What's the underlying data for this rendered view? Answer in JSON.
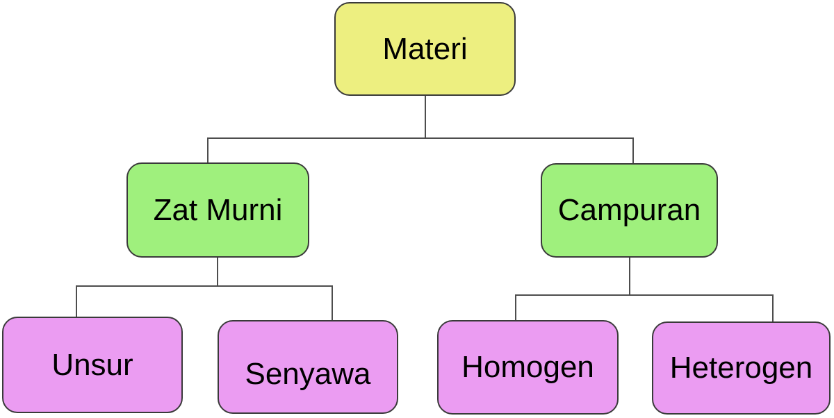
{
  "diagram": {
    "nodes": {
      "materi": {
        "label": "Materi",
        "fill": "#EDEF80"
      },
      "zat_murni": {
        "label": "Zat Murni",
        "fill": "#9FF07D"
      },
      "campuran": {
        "label": "Campuran",
        "fill": "#9FF07D"
      },
      "unsur": {
        "label": "Unsur",
        "fill": "#EB9CF2"
      },
      "senyawa": {
        "label": "Senyawa",
        "fill": "#EB9CF2"
      },
      "homogen": {
        "label": "Homogen",
        "fill": "#EB9CF2"
      },
      "heterogen": {
        "label": "Heterogen",
        "fill": "#EB9CF2"
      }
    },
    "edges": [
      {
        "from": "Materi",
        "to": "Zat Murni"
      },
      {
        "from": "Materi",
        "to": "Campuran"
      },
      {
        "from": "Zat Murni",
        "to": "Unsur"
      },
      {
        "from": "Zat Murni",
        "to": "Senyawa"
      },
      {
        "from": "Campuran",
        "to": "Homogen"
      },
      {
        "from": "Campuran",
        "to": "Heterogen"
      }
    ],
    "colors": {
      "background": "#FFFFFF",
      "border": "#3A3A3A",
      "line": "#4D4D4D",
      "text": "#000000"
    }
  }
}
